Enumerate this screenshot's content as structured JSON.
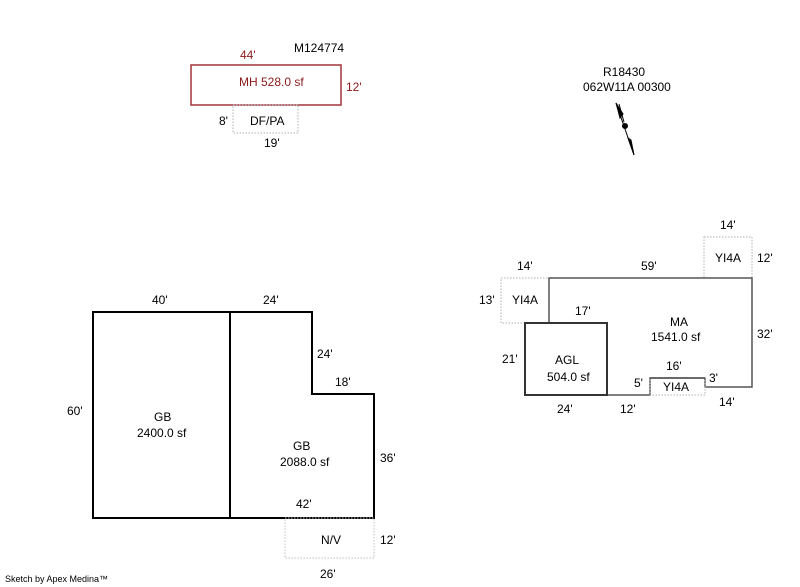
{
  "header": {
    "mh_id": "M124774",
    "parcel_id": "R18430",
    "parcel_code": "062W11A 00300"
  },
  "colors": {
    "mh_outline": "#a0343a",
    "mh_text": "#8b1a1a",
    "wall": "#000000",
    "right_wall": "#555555",
    "dotted": "#b0b0b0"
  },
  "mh": {
    "label": "MH 528.0 sf",
    "dim_top": "44'",
    "dim_right": "12'"
  },
  "dfpa": {
    "label": "DF/PA",
    "dim_left": "8'",
    "dim_bottom": "19'"
  },
  "gb1": {
    "name": "GB",
    "area": "2400.0 sf",
    "dim_top": "40'",
    "dim_left": "60'"
  },
  "gb2": {
    "name": "GB",
    "area": "2088.0 sf",
    "dim_top": "24'",
    "dim_step_v": "24'",
    "dim_step_h": "18'",
    "dim_right": "36'",
    "dim_bottom": "42'"
  },
  "nv": {
    "label": "N/V",
    "dim_right": "12'",
    "dim_bottom": "26'"
  },
  "ma": {
    "name": "MA",
    "area": "1541.0 sf",
    "dim_top": "59'",
    "dim_right": "32'",
    "dim_bottom_right": "14'",
    "dim_step": "3'",
    "dim_bottom_mid": "12'"
  },
  "agl": {
    "name": "AGL",
    "area": "504.0 sf",
    "dim_top": "17'",
    "dim_left": "21'",
    "dim_bottom": "24'"
  },
  "yi4a_left": {
    "label": "YI4A",
    "dim_top": "14'",
    "dim_left": "13'"
  },
  "yi4a_top": {
    "label": "YI4A",
    "dim_top": "14'",
    "dim_right": "12'"
  },
  "yi4a_small": {
    "label": "YI4A",
    "dim_top": "16'",
    "dim_left": "5'"
  },
  "footer": {
    "credit": "Sketch by Apex Medina™"
  }
}
